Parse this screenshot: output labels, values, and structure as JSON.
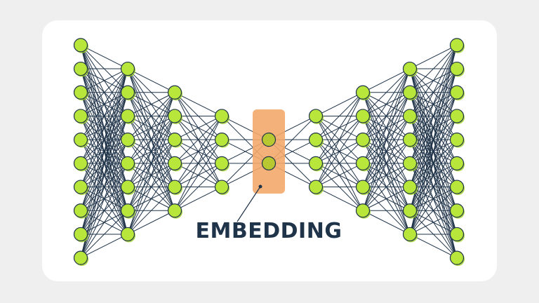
{
  "diagram": {
    "label": "EMBEDDING",
    "layers": [
      10,
      8,
      6,
      4,
      2,
      4,
      6,
      8,
      10
    ],
    "embedding_layer_index": 4,
    "colors": {
      "background": "#efefef",
      "card": "#ffffff",
      "node_fill": "#b8e63a",
      "node_stroke": "#1f3349",
      "node_shadow": "#9ccf21",
      "edge": "#1f3349",
      "embedding_box": "#f4a86b",
      "embedding_node_fill": "#b8c830",
      "label": "#1f3349"
    }
  }
}
